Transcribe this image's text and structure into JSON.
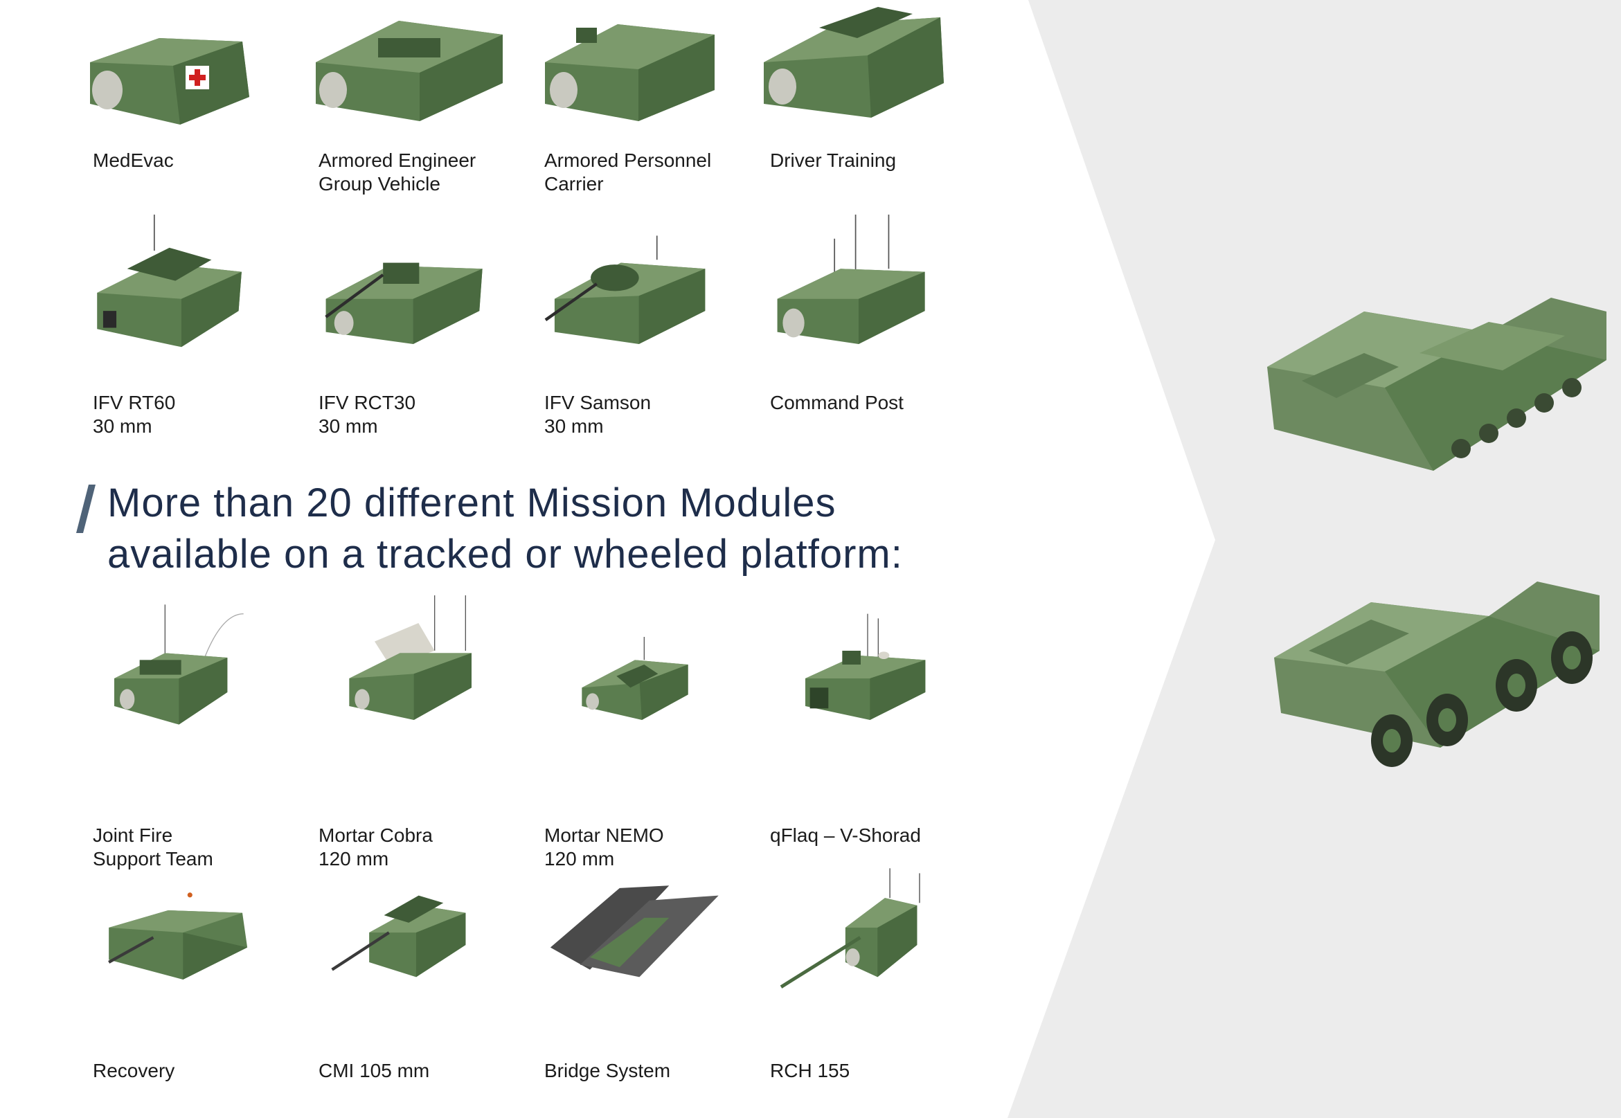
{
  "colors": {
    "vehicle_green": "#5b7d4f",
    "vehicle_dark": "#3f5b37",
    "vehicle_light": "#7c9a6c",
    "headline": "#1e2d4a",
    "slash": "#4f6378",
    "panel_bg": "#ececec"
  },
  "headline": {
    "line1": "More than 20 different Mission Modules",
    "line2": "available on a tracked or wheeled platform:"
  },
  "modules_top": [
    {
      "line1": "MedEvac",
      "line2": ""
    },
    {
      "line1": "Armored Engineer",
      "line2": "Group Vehicle"
    },
    {
      "line1": "Armored Personnel",
      "line2": "Carrier"
    },
    {
      "line1": "Driver Training",
      "line2": ""
    },
    {
      "line1": "IFV RT60",
      "line2": "30 mm"
    },
    {
      "line1": "IFV RCT30",
      "line2": "30 mm"
    },
    {
      "line1": "IFV Samson",
      "line2": "30 mm"
    },
    {
      "line1": "Command Post",
      "line2": ""
    }
  ],
  "modules_bottom": [
    {
      "line1": "Joint Fire",
      "line2": "Support Team"
    },
    {
      "line1": "Mortar Cobra",
      "line2": "120 mm"
    },
    {
      "line1": "Mortar NEMO",
      "line2": "120 mm"
    },
    {
      "line1": "qFlaq – V-Shorad",
      "line2": ""
    },
    {
      "line1": "Recovery",
      "line2": ""
    },
    {
      "line1": "CMI 105 mm",
      "line2": ""
    },
    {
      "line1": "Bridge System",
      "line2": ""
    },
    {
      "line1": "RCH 155",
      "line2": ""
    }
  ]
}
